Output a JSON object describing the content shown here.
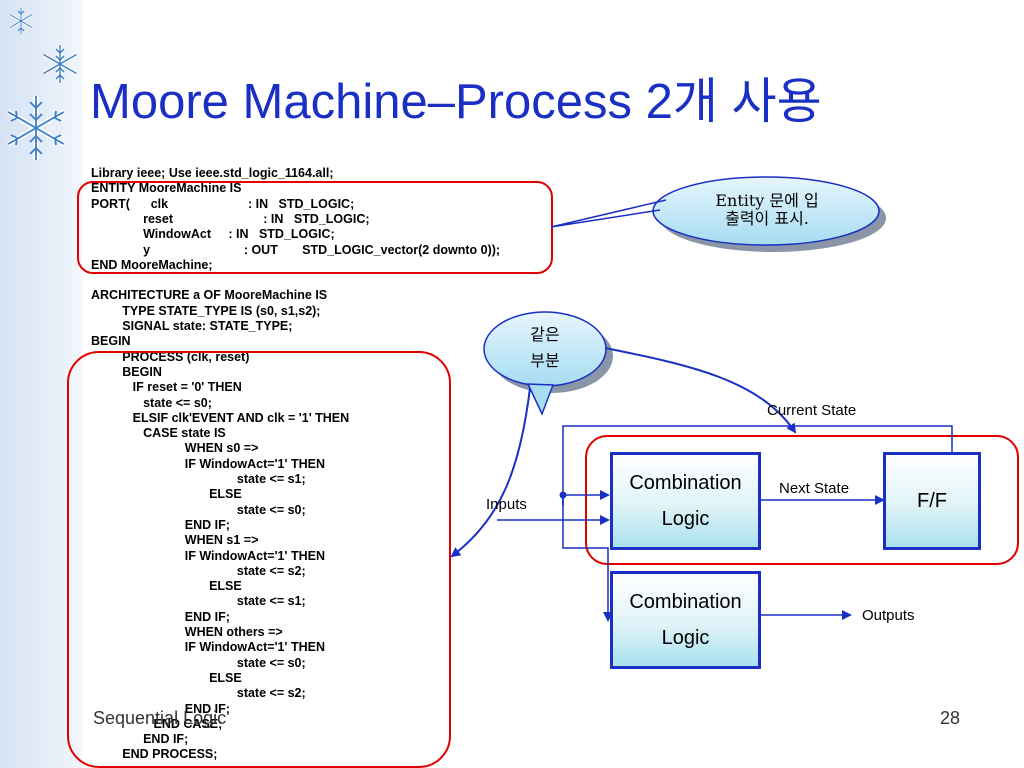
{
  "slide": {
    "title": "Moore Machine–Process 2개 사용",
    "footer_left": "Sequential Logic",
    "page_number": "28"
  },
  "code_lines": [
    "Library ieee; Use ieee.std_logic_1164.all;",
    "ENTITY MooreMachine IS",
    "PORT(      clk                       : IN   STD_LOGIC;",
    "               reset                          : IN   STD_LOGIC;",
    "               WindowAct     : IN   STD_LOGIC;",
    "               y                           : OUT       STD_LOGIC_vector(2 downto 0));",
    "END MooreMachine;",
    "",
    "ARCHITECTURE a OF MooreMachine IS",
    "         TYPE STATE_TYPE IS (s0, s1,s2);",
    "         SIGNAL state: STATE_TYPE;",
    "BEGIN",
    "         PROCESS (clk, reset)",
    "         BEGIN",
    "            IF reset = '0' THEN",
    "               state <= s0;",
    "            ELSIF clk'EVENT AND clk = '1' THEN",
    "               CASE state IS",
    "                           WHEN s0 =>",
    "                           IF WindowAct='1' THEN",
    "                                          state <= s1;",
    "                                  ELSE",
    "                                          state <= s0;",
    "                           END IF;",
    "                           WHEN s1 =>",
    "                           IF WindowAct='1' THEN",
    "                                          state <= s2;",
    "                                  ELSE",
    "                                          state <= s1;",
    "                           END IF;",
    "                           WHEN others =>",
    "                           IF WindowAct='1' THEN",
    "                                          state <= s0;",
    "                                  ELSE",
    "                                          state <= s2;",
    "                           END IF;",
    "                  END CASE;",
    "               END IF;",
    "         END PROCESS;"
  ],
  "callouts": {
    "entity_line1": "Entity 문에 입",
    "entity_line2": "출력이 표시.",
    "same_line1": "같은",
    "same_line2": "부분"
  },
  "diagram": {
    "block1_line1": "Combination",
    "block1_line2": "Logic",
    "block2_line1": "Combination",
    "block2_line2": "Logic",
    "ff_label": "F/F",
    "current_state": "Current State",
    "next_state": "Next State",
    "inputs": "Inputs",
    "outputs": "Outputs"
  },
  "colors": {
    "title": "#1a2fc4",
    "highlight_box": "#e00000",
    "arrow": "#1a2fc4",
    "callout_fill": "#c9ecfa"
  }
}
